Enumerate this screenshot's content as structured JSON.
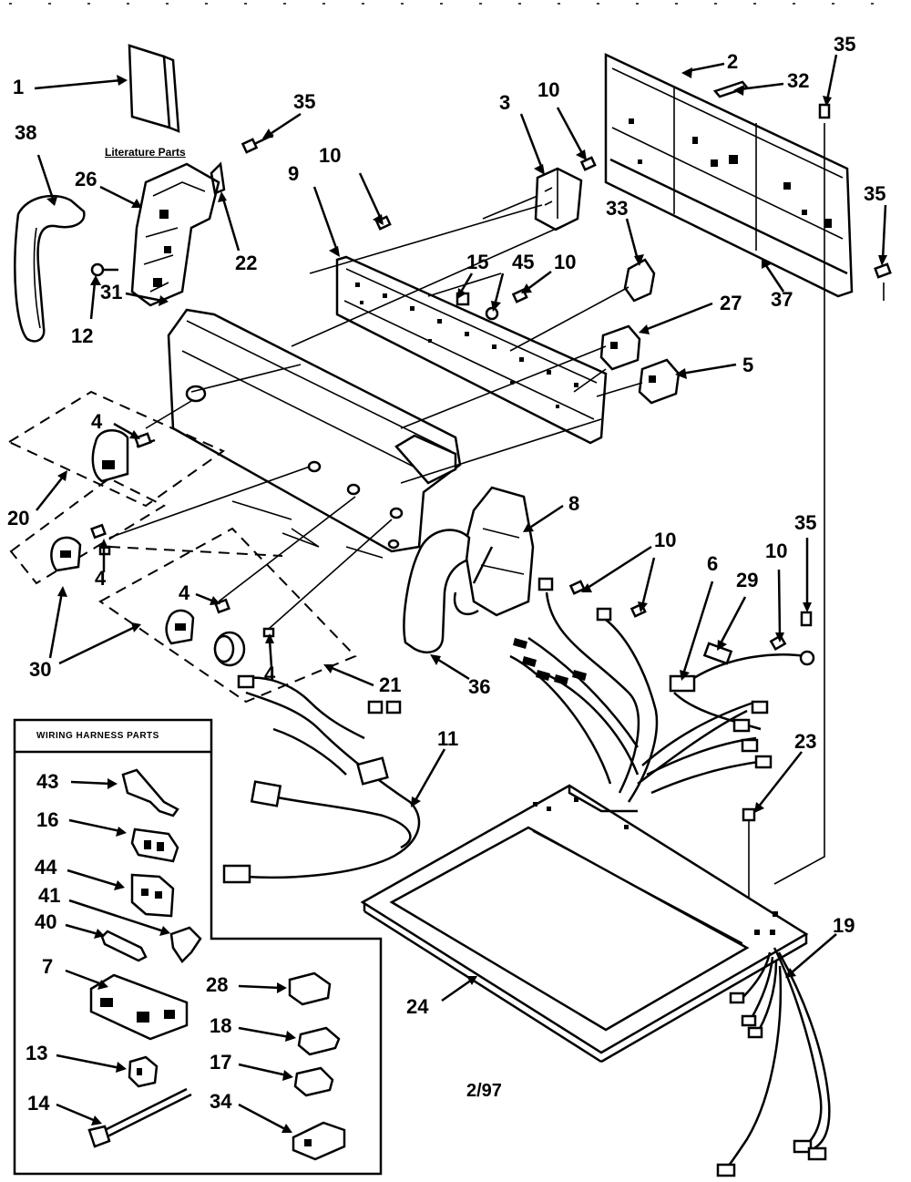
{
  "diagram": {
    "literature_caption": "Literature Parts",
    "harness_box_title": "WIRING HARNESS PARTS",
    "date_code": "2/97",
    "callouts": [
      {
        "id": "c-1",
        "label": "1"
      },
      {
        "id": "c-38",
        "label": "38"
      },
      {
        "id": "c-26",
        "label": "26"
      },
      {
        "id": "c-35a",
        "label": "35"
      },
      {
        "id": "c-22",
        "label": "22"
      },
      {
        "id": "c-12",
        "label": "12"
      },
      {
        "id": "c-9",
        "label": "9"
      },
      {
        "id": "c-10a",
        "label": "10"
      },
      {
        "id": "c-3",
        "label": "3"
      },
      {
        "id": "c-10b",
        "label": "10"
      },
      {
        "id": "c-2",
        "label": "2"
      },
      {
        "id": "c-32",
        "label": "32"
      },
      {
        "id": "c-35b",
        "label": "35"
      },
      {
        "id": "c-35c",
        "label": "35"
      },
      {
        "id": "c-37",
        "label": "37"
      },
      {
        "id": "c-33",
        "label": "33"
      },
      {
        "id": "c-15",
        "label": "15"
      },
      {
        "id": "c-45",
        "label": "45"
      },
      {
        "id": "c-10c",
        "label": "10"
      },
      {
        "id": "c-27",
        "label": "27"
      },
      {
        "id": "c-5",
        "label": "5"
      },
      {
        "id": "c-31",
        "label": "31"
      },
      {
        "id": "c-4a",
        "label": "4"
      },
      {
        "id": "c-20",
        "label": "20"
      },
      {
        "id": "c-4b",
        "label": "4"
      },
      {
        "id": "c-30",
        "label": "30"
      },
      {
        "id": "c-4c",
        "label": "4"
      },
      {
        "id": "c-4d",
        "label": "4"
      },
      {
        "id": "c-21",
        "label": "21"
      },
      {
        "id": "c-8",
        "label": "8"
      },
      {
        "id": "c-36",
        "label": "36"
      },
      {
        "id": "c-10d",
        "label": "10"
      },
      {
        "id": "c-6",
        "label": "6"
      },
      {
        "id": "c-29",
        "label": "29"
      },
      {
        "id": "c-10e",
        "label": "10"
      },
      {
        "id": "c-35d",
        "label": "35"
      },
      {
        "id": "c-11",
        "label": "11"
      },
      {
        "id": "c-23",
        "label": "23"
      },
      {
        "id": "c-19",
        "label": "19"
      },
      {
        "id": "c-24",
        "label": "24"
      },
      {
        "id": "c-43",
        "label": "43"
      },
      {
        "id": "c-16",
        "label": "16"
      },
      {
        "id": "c-44",
        "label": "44"
      },
      {
        "id": "c-41",
        "label": "41"
      },
      {
        "id": "c-40",
        "label": "40"
      },
      {
        "id": "c-7",
        "label": "7"
      },
      {
        "id": "c-28",
        "label": "28"
      },
      {
        "id": "c-18",
        "label": "18"
      },
      {
        "id": "c-13",
        "label": "13"
      },
      {
        "id": "c-17",
        "label": "17"
      },
      {
        "id": "c-14",
        "label": "14"
      },
      {
        "id": "c-34",
        "label": "34"
      }
    ]
  }
}
